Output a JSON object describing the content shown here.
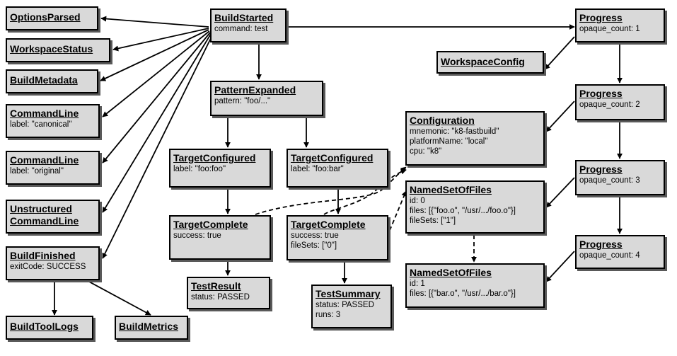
{
  "nodes": {
    "options_parsed": {
      "title": "OptionsParsed"
    },
    "workspace_status": {
      "title": "WorkspaceStatus"
    },
    "build_metadata": {
      "title": "BuildMetadata"
    },
    "command_line_canonical": {
      "title": "CommandLine",
      "fields": [
        "label: \"canonical\""
      ]
    },
    "command_line_original": {
      "title": "CommandLine",
      "fields": [
        "label: \"original\""
      ]
    },
    "unstructured_command_line": {
      "title_line1": "Unstructured",
      "title_line2": "CommandLine"
    },
    "build_finished": {
      "title": "BuildFinished",
      "fields": [
        "exitCode: SUCCESS"
      ]
    },
    "build_tool_logs": {
      "title": "BuildToolLogs"
    },
    "build_metrics": {
      "title": "BuildMetrics"
    },
    "build_started": {
      "title": "BuildStarted",
      "fields": [
        "command: test"
      ]
    },
    "pattern_expanded": {
      "title": "PatternExpanded",
      "fields": [
        "pattern: \"foo/...\""
      ]
    },
    "target_configured_foo": {
      "title": "TargetConfigured",
      "fields": [
        "label: \"foo:foo\""
      ]
    },
    "target_configured_bar": {
      "title": "TargetConfigured",
      "fields": [
        "label: \"foo:bar\""
      ]
    },
    "target_complete_foo": {
      "title": "TargetComplete",
      "fields": [
        "success: true"
      ]
    },
    "target_complete_bar": {
      "title": "TargetComplete",
      "fields": [
        "success: true",
        "fileSets: [\"0\"]"
      ]
    },
    "test_result": {
      "title": "TestResult",
      "fields": [
        "status: PASSED"
      ]
    },
    "test_summary": {
      "title": "TestSummary",
      "fields": [
        "status: PASSED",
        "runs: 3"
      ]
    },
    "configuration": {
      "title": "Configuration",
      "fields": [
        "mnemonic: \"k8-fastbuild\"",
        "platformName: \"local\"",
        "cpu: \"k8\""
      ]
    },
    "named_set_0": {
      "title": "NamedSetOfFiles",
      "fields": [
        "id: 0",
        "files: [{\"foo.o\", \"/usr/.../foo.o\"}]",
        "fileSets: [\"1\"]"
      ]
    },
    "named_set_1": {
      "title": "NamedSetOfFiles",
      "fields": [
        "id: 1",
        "files: [{\"bar.o\", \"/usr/.../bar.o\"}]"
      ]
    },
    "progress_1": {
      "title": "Progress",
      "fields": [
        "opaque_count: 1"
      ]
    },
    "workspace_config": {
      "title": "WorkspaceConfig"
    },
    "progress_2": {
      "title": "Progress",
      "fields": [
        "opaque_count: 2"
      ]
    },
    "progress_3": {
      "title": "Progress",
      "fields": [
        "opaque_count: 3"
      ]
    },
    "progress_4": {
      "title": "Progress",
      "fields": [
        "opaque_count: 4"
      ]
    }
  },
  "colors": {
    "node_fill": "#d9d9d9",
    "node_border": "#000000",
    "node_shadow": "#595959",
    "edge": "#000000"
  }
}
